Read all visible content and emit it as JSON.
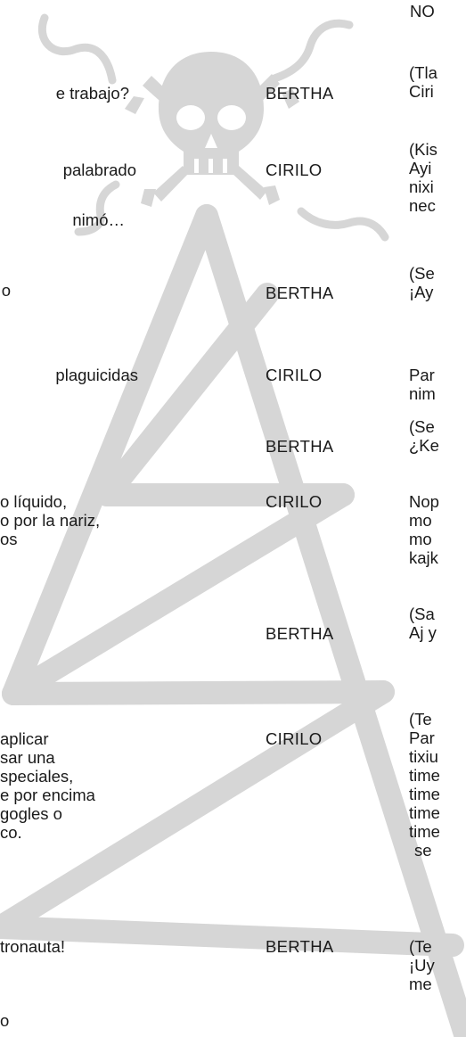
{
  "header": {
    "right_fragment": "NO"
  },
  "left_column": [
    {
      "id": "l1",
      "lines": [
        "e trabajo?"
      ]
    },
    {
      "id": "l2",
      "lines": [
        "palabrado"
      ]
    },
    {
      "id": "l3",
      "lines": [
        "nimó…"
      ]
    },
    {
      "id": "l4",
      "lines": [
        "o"
      ]
    },
    {
      "id": "l5",
      "lines": [
        "plaguicidas"
      ]
    },
    {
      "id": "l6",
      "lines": [
        "o líquido,",
        "o por la nariz,",
        "os"
      ]
    },
    {
      "id": "l7",
      "lines": [
        "aplicar",
        "sar una",
        "speciales,",
        "e por encima",
        "gogles o",
        "co."
      ]
    },
    {
      "id": "l8",
      "lines": [
        "tronauta!"
      ]
    },
    {
      "id": "l9",
      "lines": [
        "o"
      ]
    }
  ],
  "speakers": [
    {
      "id": "s1",
      "name": "BERTHA"
    },
    {
      "id": "s2",
      "name": "CIRILO"
    },
    {
      "id": "s3",
      "name": "BERTHA"
    },
    {
      "id": "s4",
      "name": "CIRILO"
    },
    {
      "id": "s5",
      "name": "BERTHA"
    },
    {
      "id": "s6",
      "name": "CIRILO"
    },
    {
      "id": "s7",
      "name": "BERTHA"
    },
    {
      "id": "s8",
      "name": "CIRILO"
    },
    {
      "id": "s9",
      "name": "BERTHA"
    }
  ],
  "right_column": [
    {
      "id": "r1",
      "lines": [
        "(Tla",
        "Ciri"
      ]
    },
    {
      "id": "r2",
      "lines": [
        "(Kis",
        "Ayi",
        "nixi",
        "nec"
      ]
    },
    {
      "id": "r3",
      "lines": [
        "(Se",
        "¡Ay"
      ]
    },
    {
      "id": "r4",
      "lines": [
        "Par",
        "nim"
      ]
    },
    {
      "id": "r5",
      "lines": [
        "(Se",
        "¿Ke"
      ]
    },
    {
      "id": "r6",
      "lines": [
        "Nop",
        "mo",
        "mo",
        "kajk"
      ]
    },
    {
      "id": "r7",
      "lines": [
        "(Sa",
        "Aj y"
      ]
    },
    {
      "id": "r8",
      "lines": [
        "(Te",
        "Par",
        "tixiu",
        "time",
        "time",
        "time",
        "time",
        "se"
      ]
    },
    {
      "id": "r9",
      "lines": [
        "(Te",
        "¡Uy",
        "me"
      ]
    }
  ],
  "colors": {
    "text": "#1a1a1a",
    "watermark": "#d6d6d6",
    "background": "#ffffff"
  },
  "watermark": {
    "icons": [
      "skull-and-crossbones-icon",
      "tall-pyramid-icon"
    ]
  }
}
